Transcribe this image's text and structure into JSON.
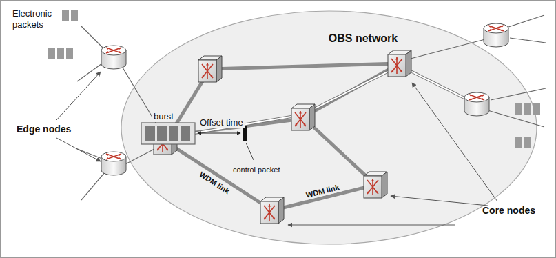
{
  "diagram": {
    "nodes": [
      {
        "text": [
          "OBS network"
        ]
      }
    ],
    "labels": [
      "Electronic packets",
      "Edge nodes",
      "burst",
      "Offset time",
      "control packet",
      "WDM link",
      "WDM link",
      "Core nodes"
    ]
  }
}
